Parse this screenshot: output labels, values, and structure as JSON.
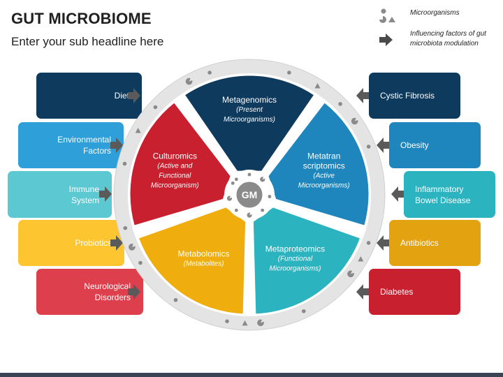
{
  "header": {
    "title": "GUT MICROBIOME",
    "subtitle": "Enter your sub headline here"
  },
  "legend": {
    "microorganisms_label": "Microorganisms",
    "microorganisms_icon": "microorganism-cluster-icon",
    "factors_label_line1": "Influencing factors of gut",
    "factors_label_line2": "microbiota modulation",
    "factors_icon": "right-arrow-icon"
  },
  "center": {
    "label": "GM"
  },
  "segments": [
    {
      "title": "Metagenomics",
      "sub": "(Present\nMicroorganisms)",
      "color": "#0e3a5e"
    },
    {
      "title": "Metatran\nscriptomics",
      "sub": "(Active\nMicroorganisms)",
      "color": "#1e86bd"
    },
    {
      "title": "Metaproteomics",
      "sub": "(Functional\nMicroorganisms)",
      "color": "#2bb3c0"
    },
    {
      "title": "Metabolomics",
      "sub": "(Metabolites)",
      "color": "#f0ad0e"
    },
    {
      "title": "Culturomics",
      "sub": "(Active and\nFunctional\nMicroorganism)",
      "color": "#c8202f"
    }
  ],
  "left_factors": [
    {
      "label": "Diet",
      "color": "#0e3a5e"
    },
    {
      "label": "Environmental\nFactors",
      "color": "#2e9fd8"
    },
    {
      "label": "Immune\nSystem",
      "color": "#5cc8d2"
    },
    {
      "label": "Probiotics",
      "color": "#fdc52f"
    },
    {
      "label": "Neurological\nDisorders",
      "color": "#dd3f4c"
    }
  ],
  "right_factors": [
    {
      "label": "Cystic Fibrosis",
      "color": "#0e3a5e"
    },
    {
      "label": "Obesity",
      "color": "#1e86bd"
    },
    {
      "label": "Inflammatory\nBowel Disease",
      "color": "#2bb3c0"
    },
    {
      "label": "Antibiotics",
      "color": "#e3a20f"
    },
    {
      "label": "Diabetes",
      "color": "#c8202f"
    }
  ],
  "colors": {
    "ring": "#e4e4e4",
    "ring_marks": "#8a8a8a",
    "arrow": "#5a5a5a",
    "hub": "#8a8a8a"
  }
}
